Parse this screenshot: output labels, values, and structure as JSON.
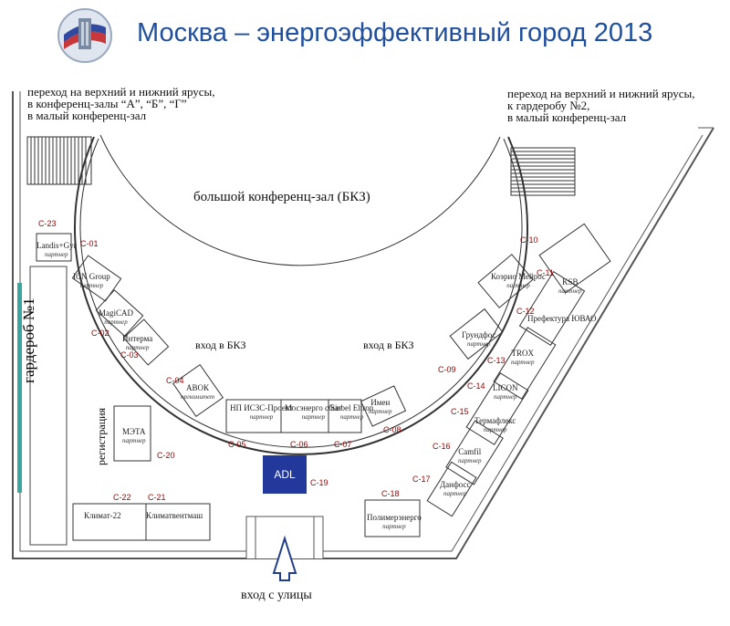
{
  "header": {
    "title": "Москва – энергоэффективный город 2013"
  },
  "notes": {
    "top_left": [
      "переход на верхний и нижний ярусы,",
      "в конференц-залы “А”, “Б”, “Г”",
      "в малый конференц-зал"
    ],
    "top_right": [
      "переход на верхний и нижний ярусы,",
      "к гардеробу №2,",
      "в малый конференц-зал"
    ],
    "hall": "большой конференц-зал (БКЗ)",
    "entrance_bkz_left": "вход в БКЗ",
    "entrance_bkz_right": "вход в БКЗ",
    "cloakroom": "гардероб №1",
    "registration": "регистрация",
    "street": "вход с улицы"
  },
  "logo": {
    "text": "ADL"
  },
  "booths": [
    {
      "code": "C-23",
      "name": "Landis+Gyr",
      "sub": "партнер"
    },
    {
      "code": "C-01",
      "name": "",
      "sub": ""
    },
    {
      "code": "",
      "name": "ICN Group",
      "sub": "партнер"
    },
    {
      "code": "C-02",
      "name": "MagiCAD",
      "sub": "партнер"
    },
    {
      "code": "C-03",
      "name": "Интерма",
      "sub": "партнер"
    },
    {
      "code": "C-04",
      "name": "АВОК",
      "sub": "оргкомитет"
    },
    {
      "code": "C-05",
      "name": "НП ИСЗС-Проект",
      "sub": "партнер"
    },
    {
      "code": "C-06",
      "name": "Мосэнерго сбыт",
      "sub": "партнер"
    },
    {
      "code": "C-07",
      "name": "Siebel Eltron",
      "sub": "партнер"
    },
    {
      "code": "C-08",
      "name": "Имеи",
      "sub": "партнер"
    },
    {
      "code": "C-09",
      "name": "Грундфос",
      "sub": "партнер"
    },
    {
      "code": "C-10",
      "name": "Коэрио Мейрос",
      "sub": "партнер"
    },
    {
      "code": "C-11",
      "name": "KSB",
      "sub": "партнер"
    },
    {
      "code": "C-12",
      "name": "Префектура ЮВАО",
      "sub": ""
    },
    {
      "code": "C-13",
      "name": "TROX",
      "sub": "партнер"
    },
    {
      "code": "C-14",
      "name": "LICON",
      "sub": "партнер"
    },
    {
      "code": "C-15",
      "name": "Термафлекс",
      "sub": "партнер"
    },
    {
      "code": "C-16",
      "name": "Camfil",
      "sub": "партнер"
    },
    {
      "code": "C-17",
      "name": "Данфосс",
      "sub": "партнер"
    },
    {
      "code": "C-18",
      "name": "Полимерэнерго",
      "sub": "партнер"
    },
    {
      "code": "C-19",
      "name": "",
      "sub": ""
    },
    {
      "code": "C-20",
      "name": "МЭТА",
      "sub": "партнер"
    },
    {
      "code": "C-21",
      "name": "Климатвентмаш",
      "sub": ""
    },
    {
      "code": "C-22",
      "name": "Климат-22",
      "sub": ""
    }
  ]
}
